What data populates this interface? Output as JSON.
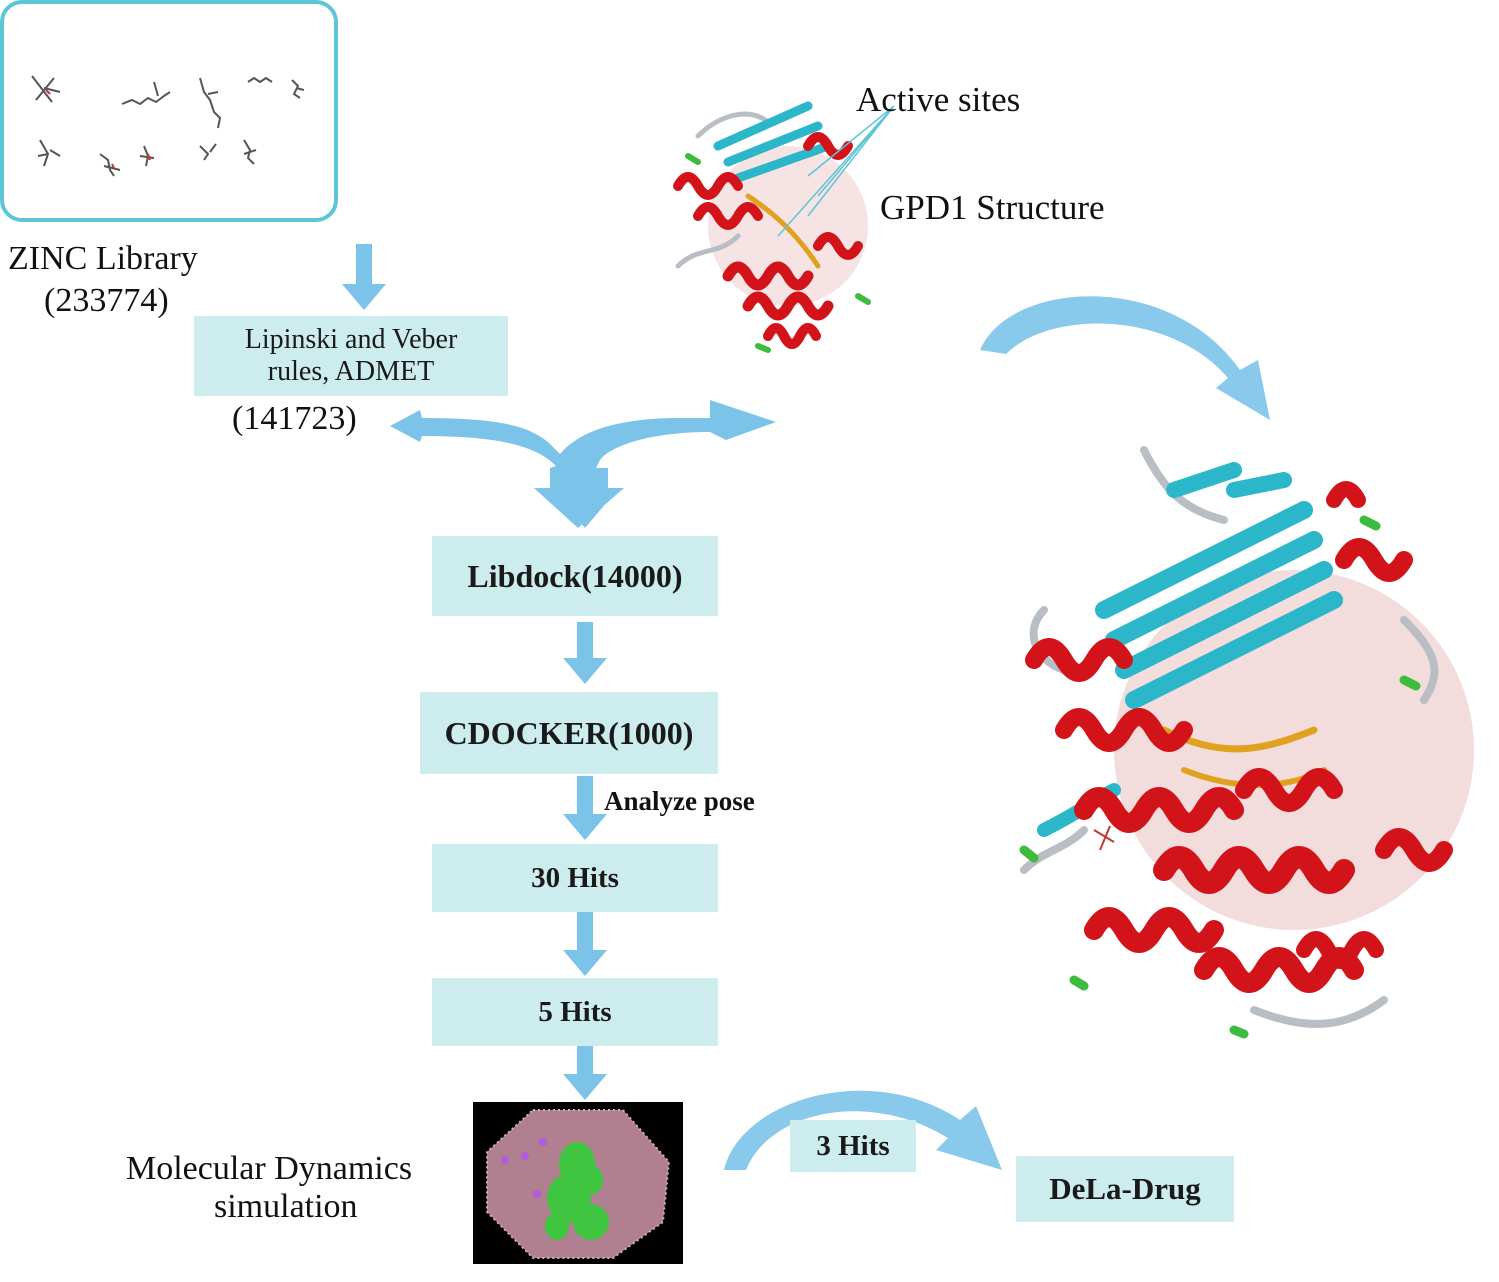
{
  "library": {
    "name": "ZINC Library",
    "count": "(233774)"
  },
  "filter": {
    "line1": "Lipinski and Veber",
    "line2": "rules, ADMET",
    "count": "(141723)"
  },
  "protein": {
    "active_sites": "Active sites",
    "structure": "GPD1 Structure"
  },
  "steps": {
    "libdock": "Libdock(14000)",
    "cdocker": "CDOCKER(1000)",
    "analyze": "Analyze pose",
    "hits30": "30 Hits",
    "hits5": "5 Hits",
    "md_line1": "Molecular Dynamics",
    "md_line2": "simulation",
    "hits3": "3 Hits",
    "final": "DeLa-Drug"
  },
  "colors": {
    "arrow": "#7cc3ea",
    "box": "#cdeced",
    "helix": "#d2141a",
    "sheet": "#2bb7c9",
    "coil": "#b9bec4",
    "turn": "#3dbb3d",
    "binding": "#e0a020"
  }
}
